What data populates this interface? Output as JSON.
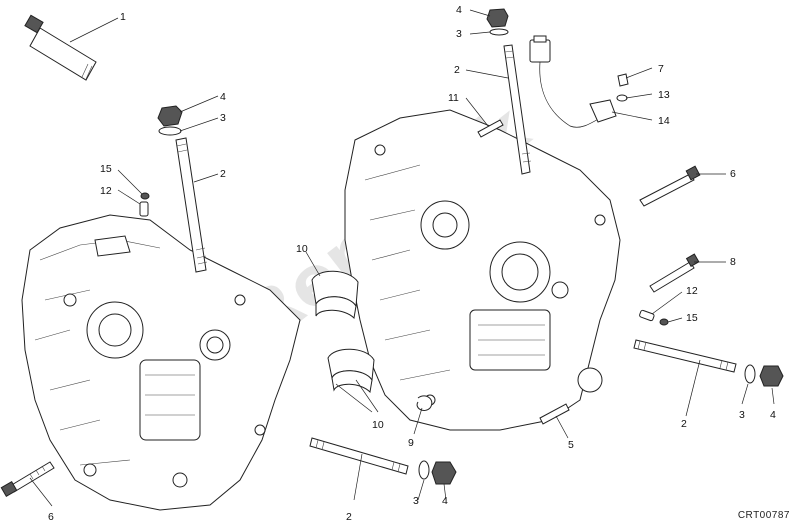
{
  "diagram": {
    "drawing_code": "CRT00787",
    "watermark_text": "PartsRepublik",
    "callouts": [
      {
        "id": "c1",
        "label": "1"
      },
      {
        "id": "c4a",
        "label": "4"
      },
      {
        "id": "c3a",
        "label": "3"
      },
      {
        "id": "c2a",
        "label": "2"
      },
      {
        "id": "c15a",
        "label": "15"
      },
      {
        "id": "c12a",
        "label": "12"
      },
      {
        "id": "c10a",
        "label": "10"
      },
      {
        "id": "c10b",
        "label": "10"
      },
      {
        "id": "c6a",
        "label": "6"
      },
      {
        "id": "c2b",
        "label": "2"
      },
      {
        "id": "c3b",
        "label": "3"
      },
      {
        "id": "c4b",
        "label": "4"
      },
      {
        "id": "c4c",
        "label": "4"
      },
      {
        "id": "c3c",
        "label": "3"
      },
      {
        "id": "c2c",
        "label": "2"
      },
      {
        "id": "c11",
        "label": "11"
      },
      {
        "id": "c7",
        "label": "7"
      },
      {
        "id": "c13",
        "label": "13"
      },
      {
        "id": "c14",
        "label": "14"
      },
      {
        "id": "c6b",
        "label": "6"
      },
      {
        "id": "c8",
        "label": "8"
      },
      {
        "id": "c12b",
        "label": "12"
      },
      {
        "id": "c15b",
        "label": "15"
      },
      {
        "id": "c9",
        "label": "9"
      },
      {
        "id": "c5",
        "label": "5"
      },
      {
        "id": "c2d",
        "label": "2"
      },
      {
        "id": "c3d",
        "label": "3"
      },
      {
        "id": "c4d",
        "label": "4"
      }
    ]
  }
}
